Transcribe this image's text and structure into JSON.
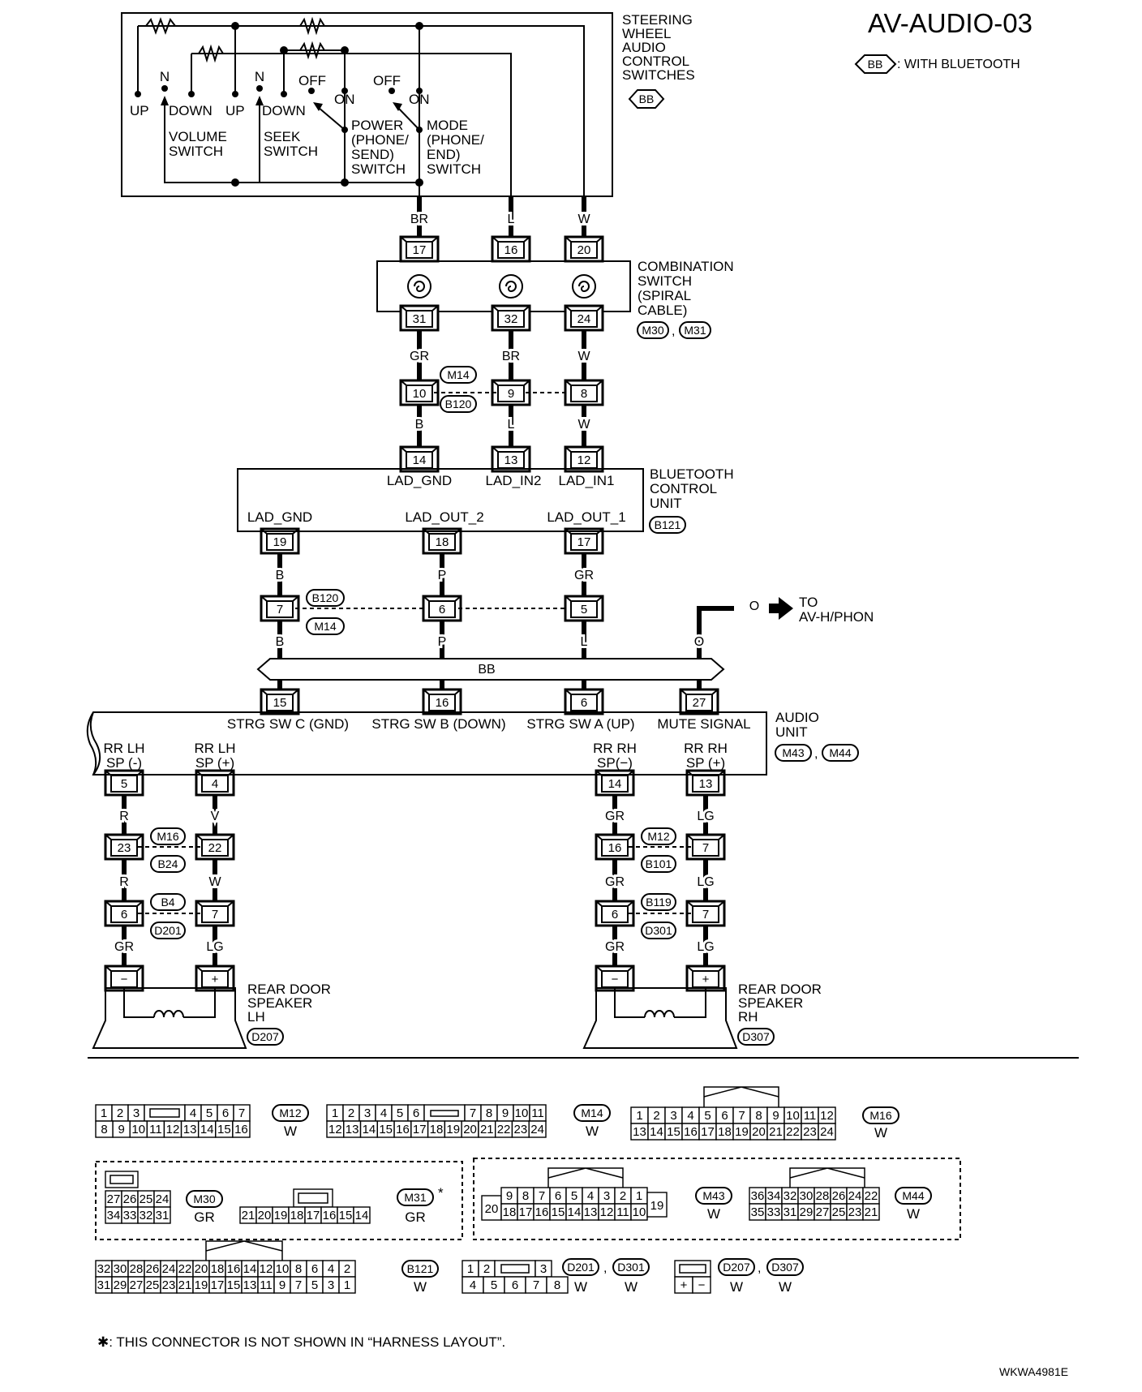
{
  "title": "AV-AUDIO-03",
  "legend": {
    "symbol": "BB",
    "text": ": WITH BLUETOOTH"
  },
  "steering": {
    "name_lines": [
      "STEERING",
      "WHEEL",
      "AUDIO",
      "CONTROL",
      "SWITCHES"
    ],
    "tag": "BB",
    "volume": {
      "up": "UP",
      "n": "N",
      "down": "DOWN",
      "name_lines": [
        "VOLUME",
        "SWITCH"
      ]
    },
    "seek": {
      "up": "UP",
      "n": "N",
      "down": "DOWN",
      "name_lines": [
        "SEEK",
        "SWITCH"
      ]
    },
    "power": {
      "off": "OFF",
      "on": "ON",
      "name_lines": [
        "POWER",
        "(PHONE/",
        "SEND)",
        "SWITCH"
      ]
    },
    "mode": {
      "off": "OFF",
      "on": "ON",
      "name_lines": [
        "MODE",
        "(PHONE/",
        "END)",
        "SWITCH"
      ]
    }
  },
  "combination_switch": {
    "name_lines": [
      "COMBINATION",
      "SWITCH",
      "(SPIRAL",
      "CABLE)"
    ],
    "connectors": [
      "M30",
      "M31"
    ],
    "top_pins": [
      "17",
      "16",
      "20"
    ],
    "bottom_pins": [
      "31",
      "32",
      "24"
    ]
  },
  "wire_colors": {
    "sw_to_comb": [
      "BR",
      "L",
      "W"
    ],
    "comb_to_m14": [
      "GR",
      "BR",
      "W"
    ],
    "m14_to_bt": [
      "B",
      "L",
      "W"
    ],
    "bt_to_b120": [
      "B",
      "P",
      "GR"
    ],
    "b120_to_audio": [
      "B",
      "P",
      "L",
      "O"
    ],
    "to_av": "O"
  },
  "joint_m14": {
    "connectors": [
      "M14",
      "B120"
    ],
    "pins": [
      "10",
      "9",
      "8"
    ]
  },
  "bluetooth_unit": {
    "name_lines": [
      "BLUETOOTH",
      "CONTROL",
      "UNIT"
    ],
    "connector": "B121",
    "top_pins": [
      "14",
      "13",
      "12"
    ],
    "top_labels": [
      "LAD_GND",
      "LAD_IN2",
      "LAD_IN1"
    ],
    "bottom_pins": [
      "19",
      "18",
      "17"
    ],
    "bottom_labels": [
      "LAD_GND",
      "LAD_OUT_2",
      "LAD_OUT_1"
    ]
  },
  "joint_b120": {
    "connectors": [
      "B120",
      "M14"
    ],
    "pins": [
      "7",
      "6",
      "5"
    ]
  },
  "to_av_lines": [
    "TO",
    "AV-H/PHON"
  ],
  "bb_bus": "BB",
  "audio_unit": {
    "name_lines": [
      "AUDIO",
      "UNIT"
    ],
    "connectors": [
      "M43",
      "M44"
    ],
    "top_pins": [
      "15",
      "16",
      "6",
      "27"
    ],
    "top_labels": [
      "STRG SW C (GND)",
      "STRG SW B (DOWN)",
      "STRG SW A (UP)",
      "MUTE SIGNAL"
    ],
    "bottom_pins": [
      "5",
      "4",
      "14",
      "13"
    ],
    "bottom_labels": [
      [
        "RR LH",
        "SP (-)"
      ],
      [
        "RR LH",
        "SP (+)"
      ],
      [
        "RR RH",
        "SP(−)"
      ],
      [
        "RR RH",
        "SP (+)"
      ]
    ]
  },
  "lh_chain": {
    "colors1": [
      "R",
      "V"
    ],
    "j1": {
      "connectors": [
        "M16",
        "B24"
      ],
      "pins": [
        "23",
        "22"
      ]
    },
    "colors2": [
      "R",
      "W"
    ],
    "j2": {
      "connectors": [
        "B4",
        "D201"
      ],
      "pins": [
        "6",
        "7"
      ]
    },
    "colors3": [
      "GR",
      "LG"
    ],
    "speaker": {
      "name_lines": [
        "REAR DOOR",
        "SPEAKER",
        "LH"
      ],
      "connector": "D207",
      "pins": [
        "−",
        "+"
      ]
    }
  },
  "rh_chain": {
    "colors1": [
      "GR",
      "LG"
    ],
    "j1": {
      "connectors": [
        "M12",
        "B101"
      ],
      "pins": [
        "16",
        "7"
      ]
    },
    "colors2": [
      "GR",
      "LG"
    ],
    "j2": {
      "connectors": [
        "B119",
        "D301"
      ],
      "pins": [
        "6",
        "7"
      ]
    },
    "colors3": [
      "GR",
      "LG"
    ],
    "speaker": {
      "name_lines": [
        "REAR DOOR",
        "SPEAKER",
        "RH"
      ],
      "connector": "D307",
      "pins": [
        "−",
        "+"
      ]
    }
  },
  "connector_views": {
    "m12": {
      "name": "M12",
      "color": "W",
      "top": [
        "1",
        "2",
        "3",
        "4",
        "5",
        "6",
        "7"
      ],
      "bottom": [
        "8",
        "9",
        "10",
        "11",
        "12",
        "13",
        "14",
        "15",
        "16"
      ]
    },
    "m14": {
      "name": "M14",
      "color": "W",
      "top": [
        "1",
        "2",
        "3",
        "4",
        "5",
        "6",
        "7",
        "8",
        "9",
        "10",
        "11"
      ],
      "bottom": [
        "12",
        "13",
        "14",
        "15",
        "16",
        "17",
        "18",
        "19",
        "20",
        "21",
        "22",
        "23",
        "24"
      ]
    },
    "m16": {
      "name": "M16",
      "color": "W",
      "top": [
        "1",
        "2",
        "3",
        "4",
        "5",
        "6",
        "7",
        "8",
        "9",
        "10",
        "11",
        "12"
      ],
      "bottom": [
        "13",
        "14",
        "15",
        "16",
        "17",
        "18",
        "19",
        "20",
        "21",
        "22",
        "23",
        "24"
      ]
    },
    "m30": {
      "name": "M30",
      "color": "GR",
      "top": [
        "27",
        "26",
        "25",
        "24"
      ],
      "bottom": [
        "34",
        "33",
        "32",
        "31"
      ]
    },
    "m31": {
      "name": "M31",
      "color": "GR",
      "star": "*",
      "bottom": [
        "21",
        "20",
        "19",
        "18",
        "17",
        "16",
        "15",
        "14"
      ]
    },
    "m43": {
      "name": "M43",
      "color": "W",
      "top": [
        "9",
        "8",
        "7",
        "6",
        "5",
        "4",
        "3",
        "2",
        "1"
      ],
      "bottom": [
        "18",
        "17",
        "16",
        "15",
        "14",
        "13",
        "12",
        "11",
        "10"
      ],
      "left": "20",
      "right": "19"
    },
    "m44": {
      "name": "M44",
      "color": "W",
      "top": [
        "36",
        "34",
        "32",
        "30",
        "28",
        "26",
        "24",
        "22"
      ],
      "bottom": [
        "35",
        "33",
        "31",
        "29",
        "27",
        "25",
        "23",
        "21"
      ]
    },
    "b121": {
      "name": "B121",
      "color": "W",
      "top": [
        "32",
        "30",
        "28",
        "26",
        "24",
        "22",
        "20",
        "18",
        "16",
        "14",
        "12",
        "10",
        "8",
        "6",
        "4",
        "2"
      ],
      "bottom": [
        "31",
        "29",
        "27",
        "25",
        "23",
        "21",
        "19",
        "17",
        "15",
        "13",
        "11",
        "9",
        "7",
        "5",
        "3",
        "1"
      ]
    },
    "d201": {
      "names": [
        "D201",
        "D301"
      ],
      "colors": [
        "W",
        "W"
      ],
      "top": [
        "1",
        "2",
        "3"
      ],
      "bottom": [
        "4",
        "5",
        "6",
        "7",
        "8"
      ]
    },
    "d207": {
      "names": [
        "D207",
        "D307"
      ],
      "colors": [
        "W",
        "W"
      ],
      "pins": [
        "+",
        "−"
      ]
    }
  },
  "footnote": "✱: THIS CONNECTOR IS NOT SHOWN IN “HARNESS LAYOUT”.",
  "code": "WKWA4981E"
}
